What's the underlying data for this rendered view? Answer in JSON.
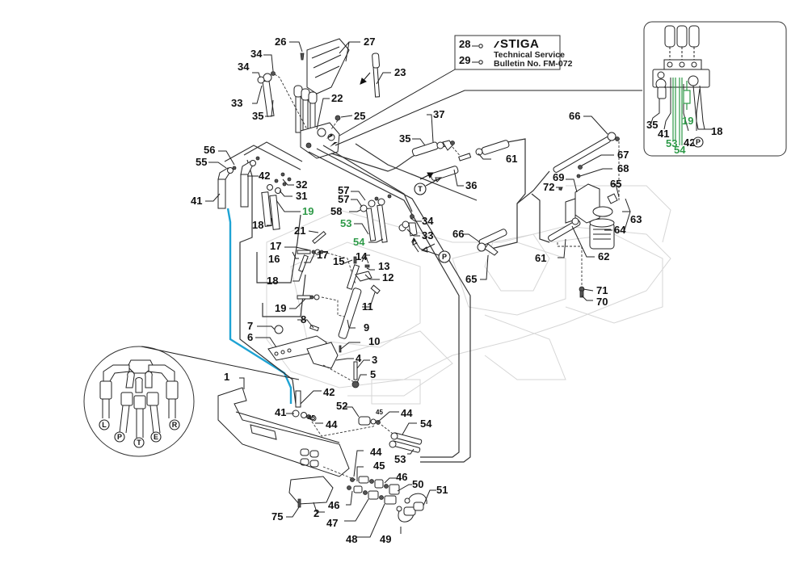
{
  "title": "Hydraulic hose and valve assembly – exploded parts diagram",
  "bulletin": {
    "brand": "STIGA",
    "line1": "Technical Service",
    "line2": "Bulletin No. FM-072",
    "items": [
      "28",
      "29"
    ]
  },
  "colors": {
    "label": "#111111",
    "highlight_label": "#2e9a48",
    "highlight_hose": "#1ea3d4"
  },
  "labels": {
    "p1": "1",
    "p2": "2",
    "p3": "3",
    "p4": "4",
    "p5": "5",
    "p6": "6",
    "p7": "7",
    "p8": "8",
    "p9": "9",
    "p10": "10",
    "p11": "11",
    "p12": "12",
    "p13": "13",
    "p14": "14",
    "p15": "15",
    "p16": "16",
    "p17a": "17",
    "p17b": "17",
    "p18a": "18",
    "p18b": "18",
    "p19a": "19",
    "p19b": "19",
    "p21": "21",
    "p22": "22",
    "p23": "23",
    "p25": "25",
    "p26": "26",
    "p27": "27",
    "p31": "31",
    "p32": "32",
    "p33a": "33",
    "p33b": "33",
    "p34a": "34",
    "p34b": "34",
    "p34c": "34",
    "p35a": "35",
    "p35b": "35",
    "p36": "36",
    "p37": "37",
    "p41a": "41",
    "p41b": "41",
    "p42a": "42",
    "p42b": "42",
    "p44a": "44",
    "p44b": "44",
    "p44c": "44",
    "p45a": "45",
    "p45b": "45",
    "p45c": "45",
    "p46a": "46",
    "p46b": "46",
    "p47": "47",
    "p48": "48",
    "p49": "49",
    "p50": "50",
    "p51": "51",
    "p52": "52",
    "p53a": "53",
    "p53b": "53",
    "p54a": "54",
    "p54b": "54",
    "p55": "55",
    "p56": "56",
    "p57a": "57",
    "p57b": "57",
    "p58": "58",
    "p61a": "61",
    "p61b": "61",
    "p62": "62",
    "p63": "63",
    "p64": "64",
    "p65a": "65",
    "p65b": "65",
    "p66a": "66",
    "p66b": "66",
    "p67": "67",
    "p68": "68",
    "p69": "69",
    "p70": "70",
    "p71": "71",
    "p72": "72",
    "p75": "75"
  },
  "ports": {
    "tank": "T",
    "pressure": "P",
    "left": "L",
    "right": "R",
    "extra": "E"
  },
  "inset_valve": {
    "labels": {
      "l35": "35",
      "l41": "41",
      "l53": "53",
      "l54": "54",
      "l42": "42",
      "l19": "19",
      "l18": "18",
      "lP": "P"
    }
  },
  "inset_coupler": {
    "ports": [
      "L",
      "P",
      "T",
      "E",
      "R"
    ]
  }
}
